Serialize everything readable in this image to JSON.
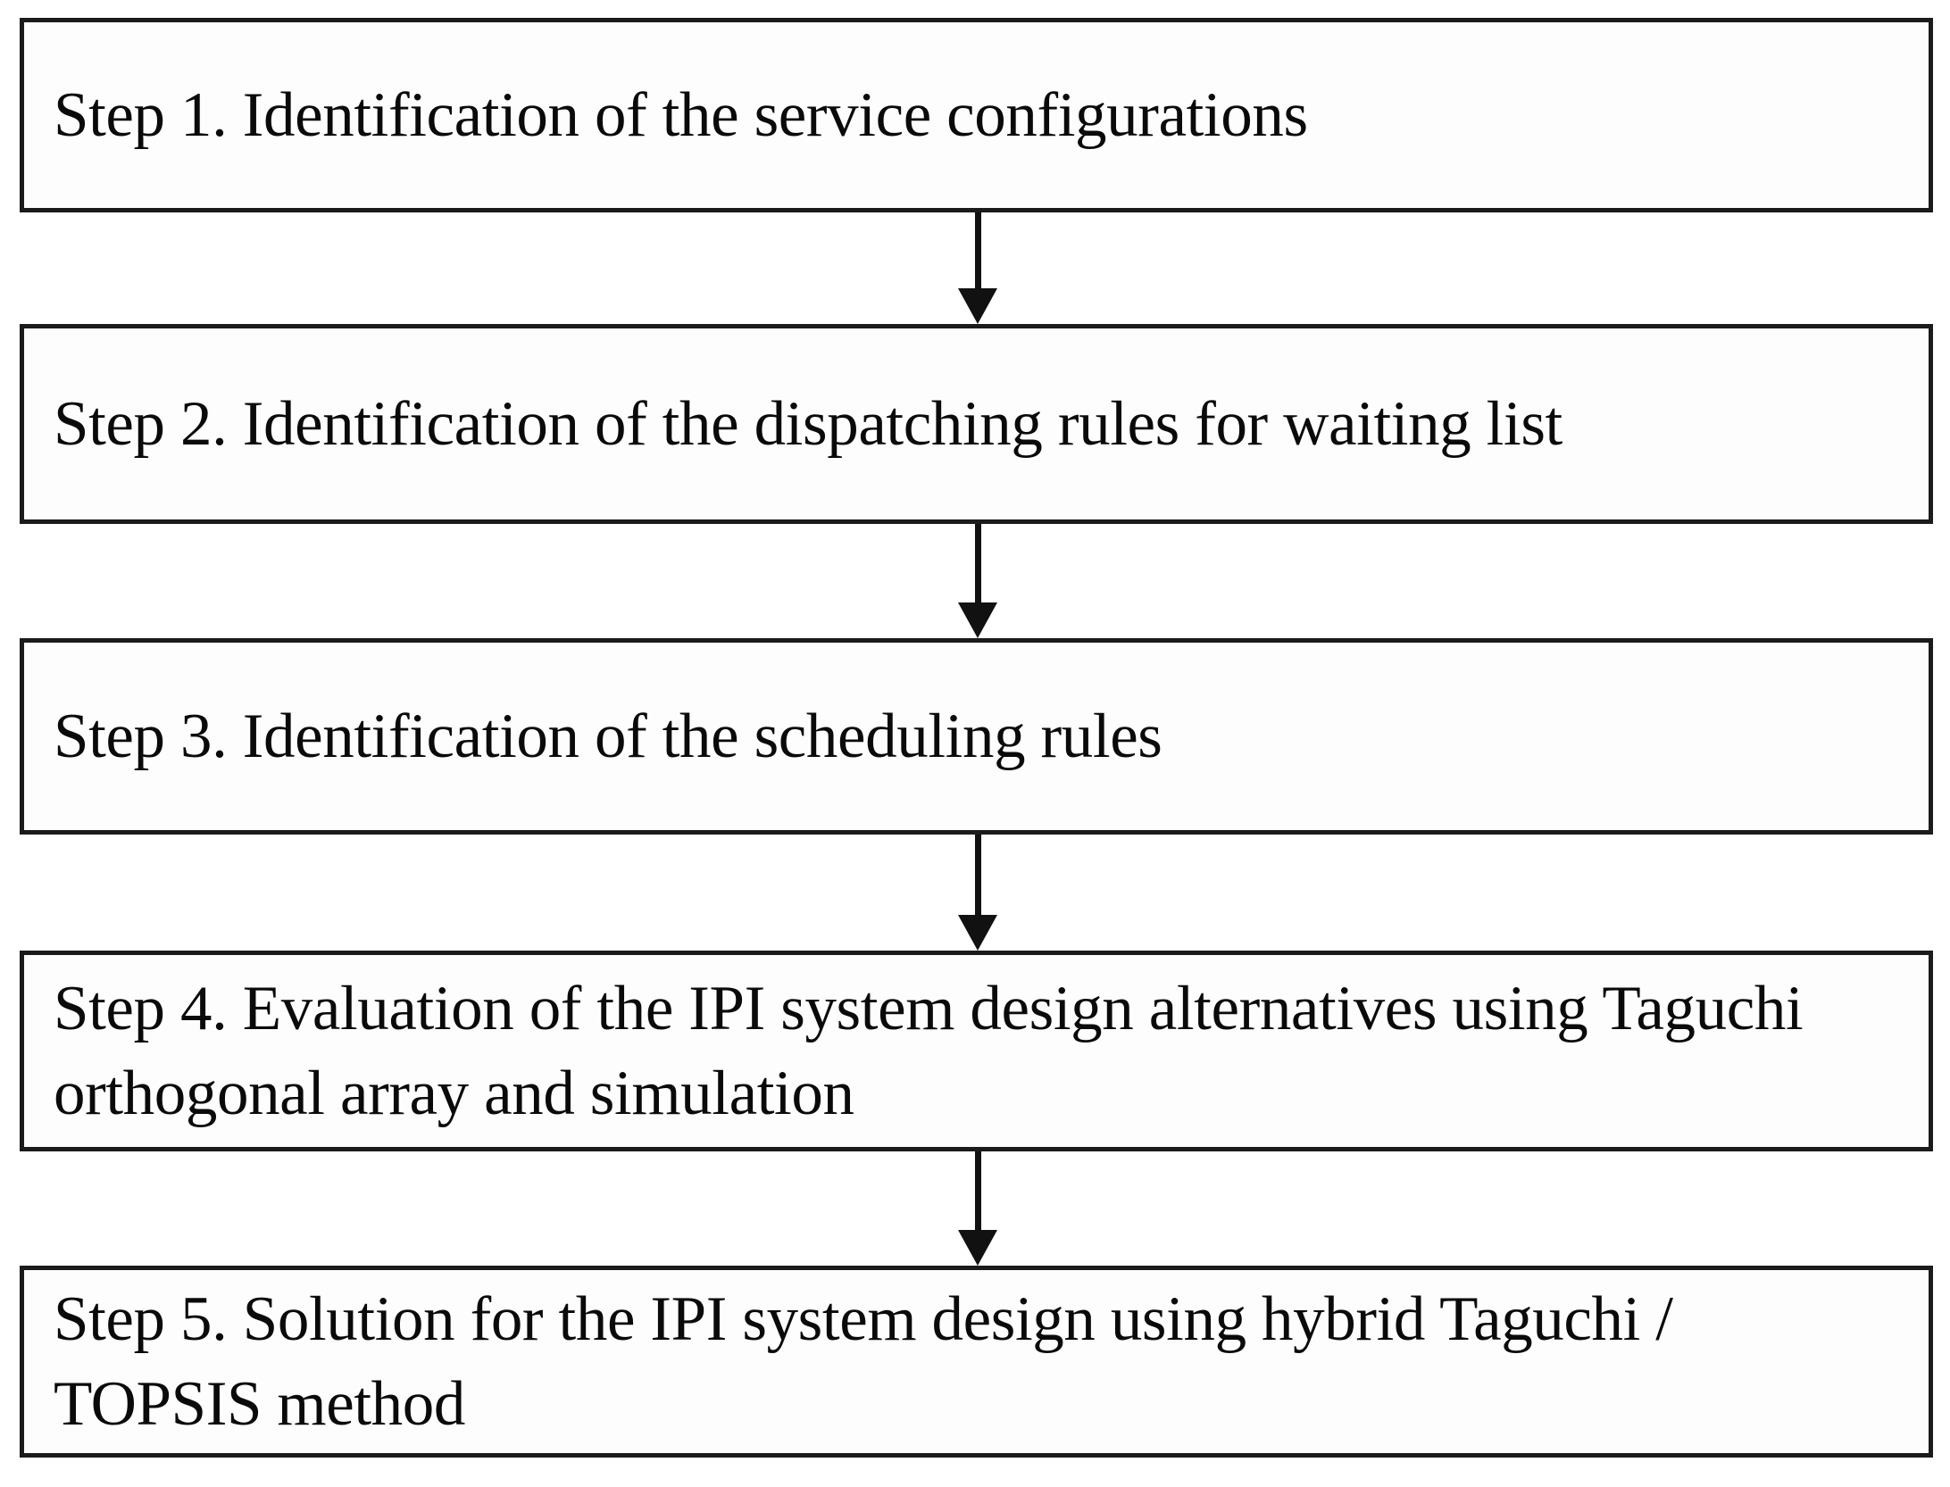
{
  "diagram": {
    "title": "IPI system design methodology steps",
    "type": "flowchart",
    "orientation": "top-to-bottom",
    "colors": {
      "box_border": "#1b1b1b",
      "box_fill": "#fdfdfd",
      "text": "#0a0a0a",
      "arrow": "#111111",
      "background": "#ffffff"
    },
    "nodes": [
      {
        "id": "step-1",
        "label": "Step 1. Identification of the service configurations",
        "lines": [
          "Step 1. Identification of the service configurations"
        ]
      },
      {
        "id": "step-2",
        "label": "Step 2. Identification of the dispatching rules for waiting list",
        "lines": [
          "Step 2. Identification of the dispatching rules for waiting list"
        ]
      },
      {
        "id": "step-3",
        "label": "Step 3. Identification of the scheduling rules",
        "lines": [
          "Step 3. Identification of the scheduling rules"
        ]
      },
      {
        "id": "step-4",
        "label": "Step 4. Evaluation of the IPI system design alternatives using Taguchi orthogonal array and simulation",
        "lines": [
          "Step 4. Evaluation of the IPI system design alternatives using Taguchi",
          "orthogonal array and simulation"
        ]
      },
      {
        "id": "step-5",
        "label": "Step 5. Solution for the IPI system design using hybrid Taguchi / TOPSIS method",
        "lines": [
          "Step 5. Solution for the IPI system design using hybrid Taguchi /",
          "TOPSIS method"
        ]
      }
    ],
    "edges": [
      {
        "id": "edge-1-2",
        "from": "step-1",
        "to": "step-2",
        "marker": "arrowhead-down"
      },
      {
        "id": "edge-2-3",
        "from": "step-2",
        "to": "step-3",
        "marker": "arrowhead-down"
      },
      {
        "id": "edge-3-4",
        "from": "step-3",
        "to": "step-4",
        "marker": "arrowhead-down"
      },
      {
        "id": "edge-4-5",
        "from": "step-4",
        "to": "step-5",
        "marker": "arrowhead-down"
      }
    ]
  },
  "boxes": {
    "step1_text": "Step 1. Identification of the service configurations",
    "step2_text": "Step 2. Identification of the dispatching rules for waiting list",
    "step3_text": "Step 3. Identification of the scheduling rules",
    "step4_text": "Step 4. Evaluation of the IPI system design alternatives using Taguchi\northogonal array and simulation",
    "step5_text": "Step 5. Solution for the IPI system design using hybrid Taguchi /\nTOPSIS method"
  }
}
